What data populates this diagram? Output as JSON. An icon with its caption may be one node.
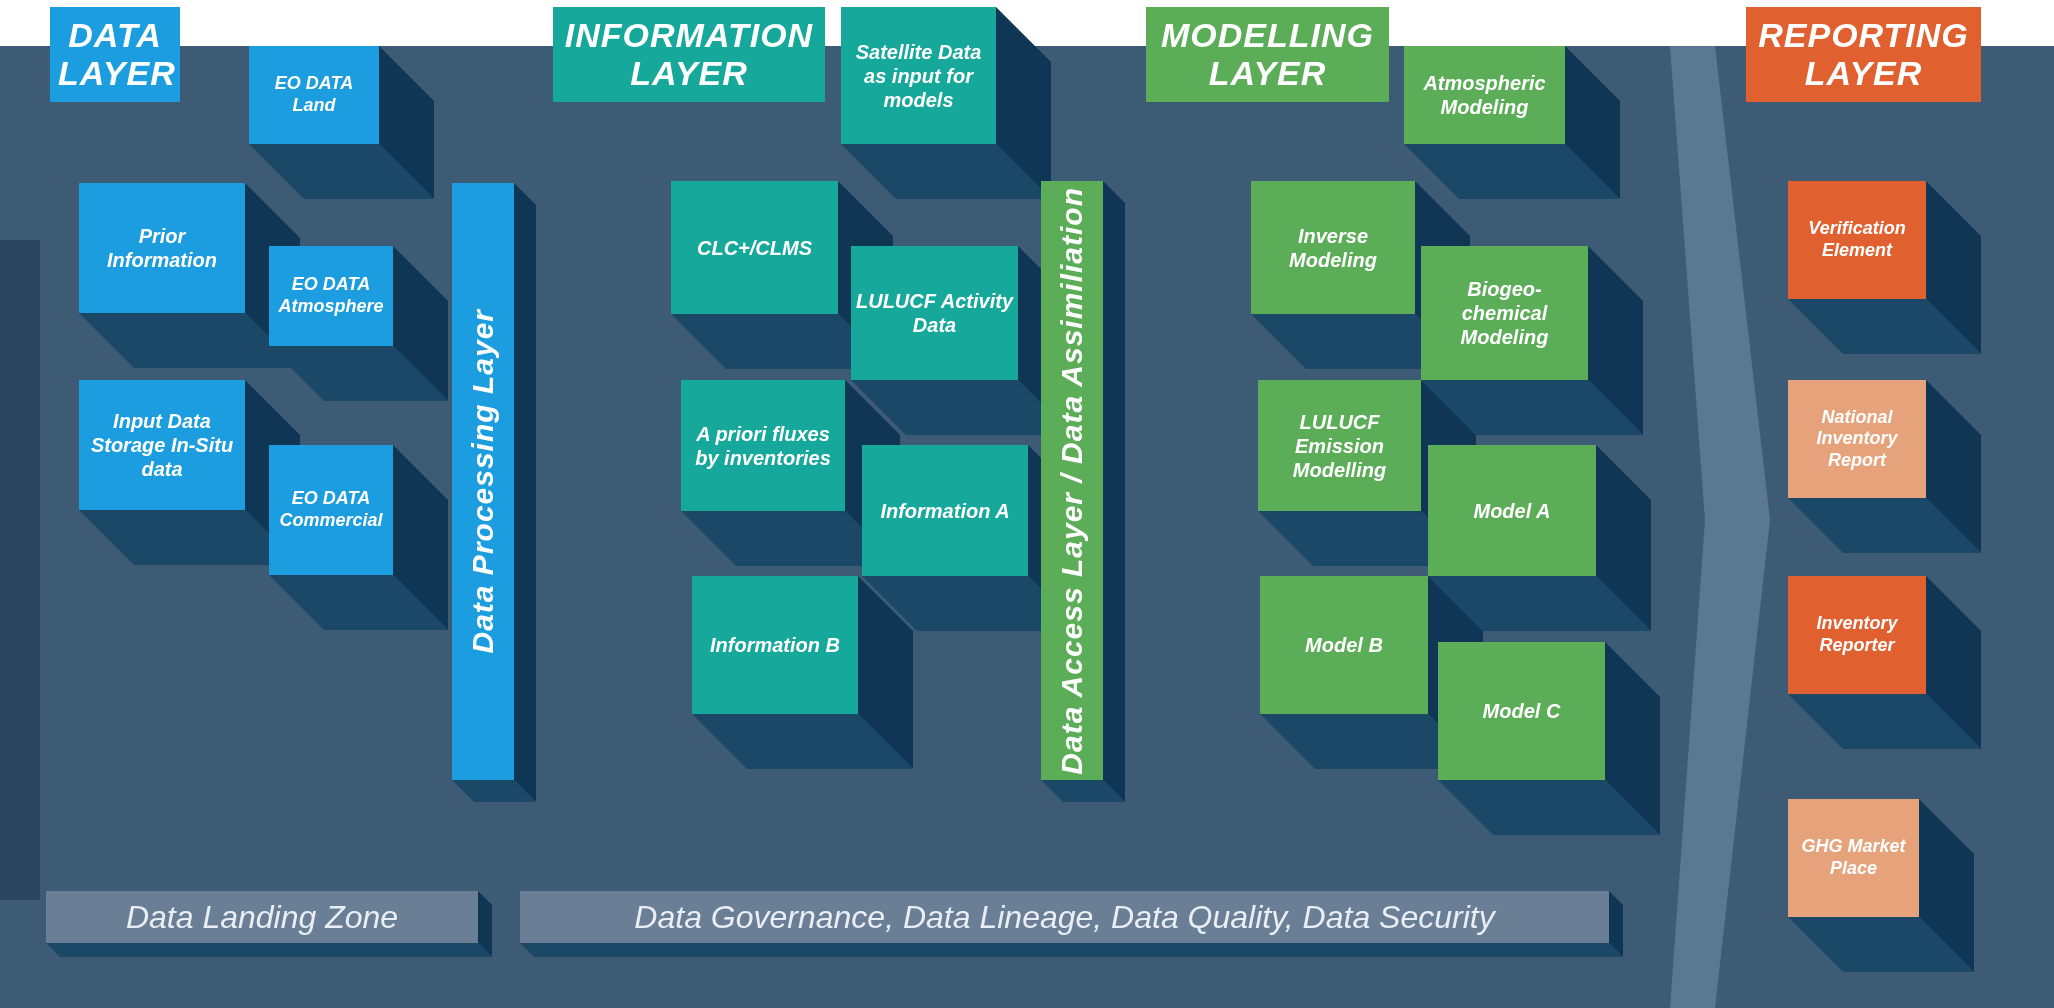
{
  "diagram": {
    "nodes": [
      {
        "text": [
          "DATA LAYER"
        ]
      },
      {
        "text": [
          "EO DATA Land"
        ]
      },
      {
        "text": [
          "Prior Information"
        ]
      },
      {
        "text": [
          "EO DATA Atmosphere"
        ]
      },
      {
        "text": [
          "Input Data Storage In-Situ data"
        ]
      },
      {
        "text": [
          "EO DATA Commercial"
        ]
      },
      {
        "text": [
          "INFORMATION LAYER"
        ]
      },
      {
        "text": [
          "Satellite Data as input for models"
        ]
      },
      {
        "text": [
          "Data Processing Layer"
        ]
      },
      {
        "text": [
          "CLC+/CLMS"
        ]
      },
      {
        "text": [
          "LULUCF Activity Data"
        ]
      },
      {
        "text": [
          "A priori fluxes by inventories"
        ]
      },
      {
        "text": [
          "Information A"
        ]
      },
      {
        "text": [
          "Information B"
        ]
      },
      {
        "text": [
          "MODELLING LAYER"
        ]
      },
      {
        "text": [
          "Atmospheric Modeling"
        ]
      },
      {
        "text": [
          "Data Access Layer / Data Assimiliation"
        ]
      },
      {
        "text": [
          "Inverse Modeling"
        ]
      },
      {
        "text": [
          "Biogeo- chemical Modeling"
        ]
      },
      {
        "text": [
          "LULUCF Emission Modelling"
        ]
      },
      {
        "text": [
          "Model A"
        ]
      },
      {
        "text": [
          "Model B"
        ]
      },
      {
        "text": [
          "Model C"
        ]
      },
      {
        "text": [
          "REPORTING LAYER"
        ]
      },
      {
        "text": [
          "Verification Element"
        ]
      },
      {
        "text": [
          "National Inventory Report"
        ]
      },
      {
        "text": [
          "Inventory Reporter"
        ]
      },
      {
        "text": [
          "GHG Market Place"
        ]
      },
      {
        "text": [
          "Data Landing Zone"
        ]
      },
      {
        "text": [
          "Data Governance, Data Lineage, Data Quality, Data Security"
        ]
      },
      {
        "text": [],
        "shape": "chevron"
      }
    ]
  }
}
